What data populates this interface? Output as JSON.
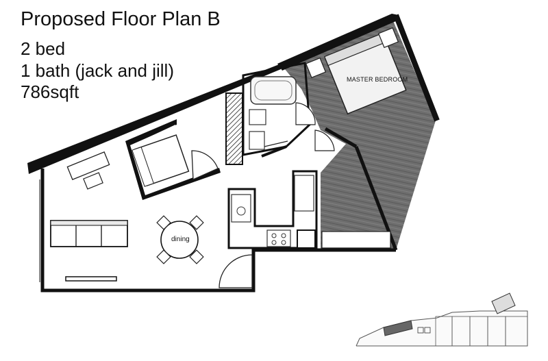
{
  "header": {
    "title": "Proposed Floor Plan B",
    "lines": [
      "2 bed",
      "1 bath (jack and jill)",
      "786sqft"
    ]
  },
  "rooms": {
    "master_bedroom": "MASTER BEDROOM",
    "dining": "dining"
  },
  "colors": {
    "wall": "#111111",
    "bedroom_floor": "#6a6a6a",
    "page": "#ffffff"
  }
}
